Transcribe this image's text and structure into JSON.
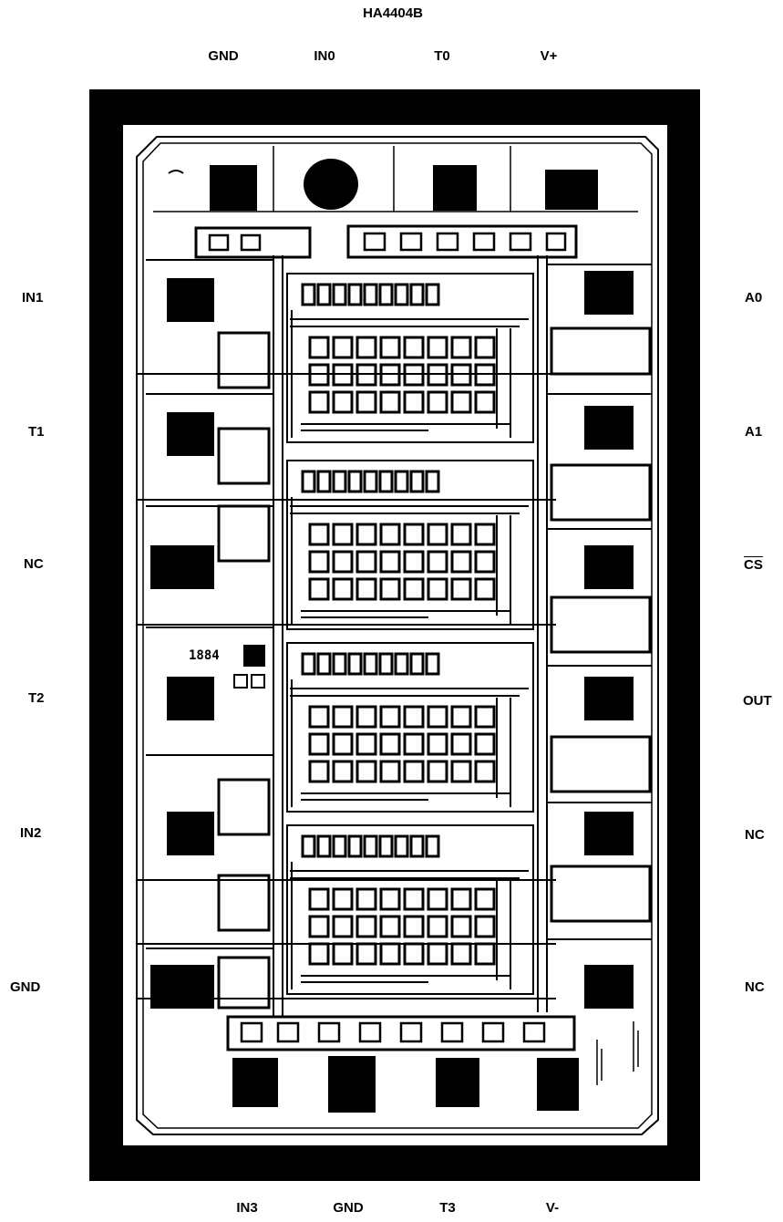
{
  "title": "HA4404B",
  "pins": {
    "top": [
      "GND",
      "IN0",
      "T0",
      "V+"
    ],
    "left": [
      "IN1",
      "T1",
      "NC",
      "T2",
      "IN2",
      "GND"
    ],
    "right": [
      "A0",
      "A1",
      "CS",
      "OUT",
      "NC",
      "NC"
    ],
    "bottom": [
      "IN3",
      "GND",
      "T3",
      "V-"
    ]
  },
  "die_marking": "1884",
  "colors": {
    "ink": "#000000",
    "paper": "#ffffff"
  }
}
